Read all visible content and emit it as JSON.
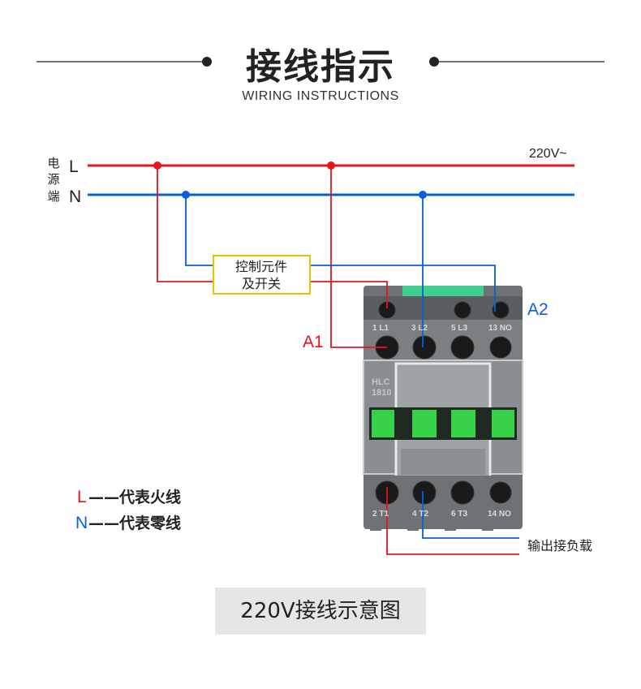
{
  "header": {
    "title": "接线指示",
    "subtitle": "WIRING INSTRUCTIONS"
  },
  "power_source": {
    "label_chars": [
      "电",
      "源",
      "端"
    ],
    "line_L": "L",
    "line_N": "N",
    "voltage": "220V~"
  },
  "control_box": {
    "line1": "控制元件",
    "line2": "及开关"
  },
  "coil_labels": {
    "a1": "A1",
    "a2": "A2"
  },
  "contactor": {
    "top_terminals": [
      "1 L1",
      "3 L2",
      "5 L3",
      "13 NO"
    ],
    "bottom_terminals": [
      "2 T1",
      "4 T2",
      "6 T3",
      "14 NO"
    ],
    "model_lines": [
      "HLC",
      "1810"
    ]
  },
  "output_label": "输出接负载",
  "legend": [
    {
      "key": "L",
      "text": "——代表火线",
      "color": "#e8141c"
    },
    {
      "key": "N",
      "text": "——代表零线",
      "color": "#0a5fd8"
    }
  ],
  "caption": "220V接线示意图",
  "colors": {
    "live": "#e8141c",
    "neutral": "#0a5fd8",
    "box": "#e8c400"
  }
}
